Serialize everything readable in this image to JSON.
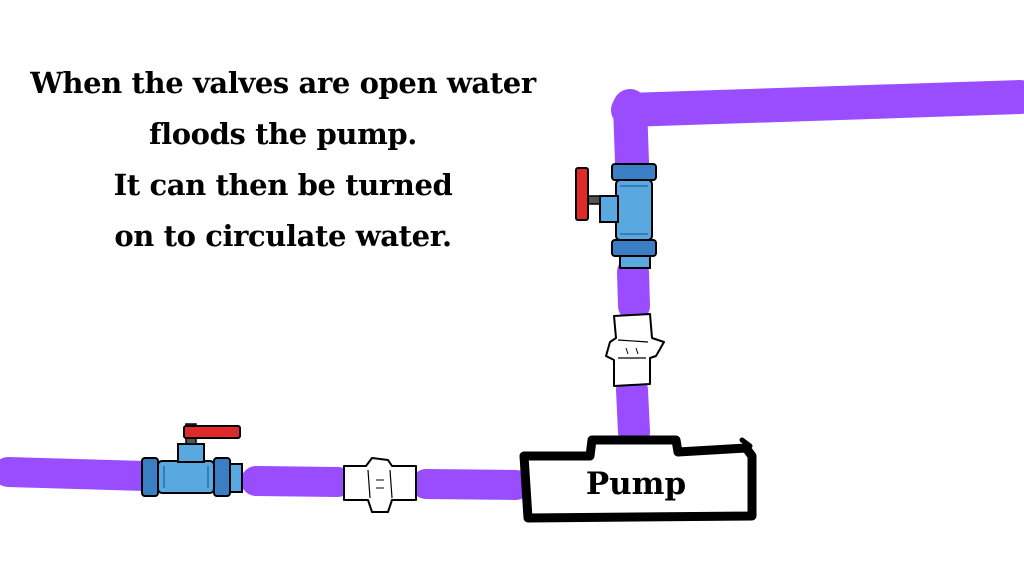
{
  "caption": {
    "lines": [
      "When the valves are open water",
      "floods the pump.",
      "It can then be turned",
      "on to circulate water."
    ]
  },
  "pump": {
    "label": "Pump"
  },
  "colors": {
    "pipe": "#9a4dff",
    "valve_body": "#5aa8e0",
    "valve_flange": "#3a7fc4",
    "valve_handle": "#e02a2a",
    "outline": "#000000",
    "background": "#ffffff"
  },
  "icons": {
    "valve": "ball-valve-icon",
    "coupling": "pipe-coupling-icon",
    "pump": "pump-housing-icon"
  }
}
